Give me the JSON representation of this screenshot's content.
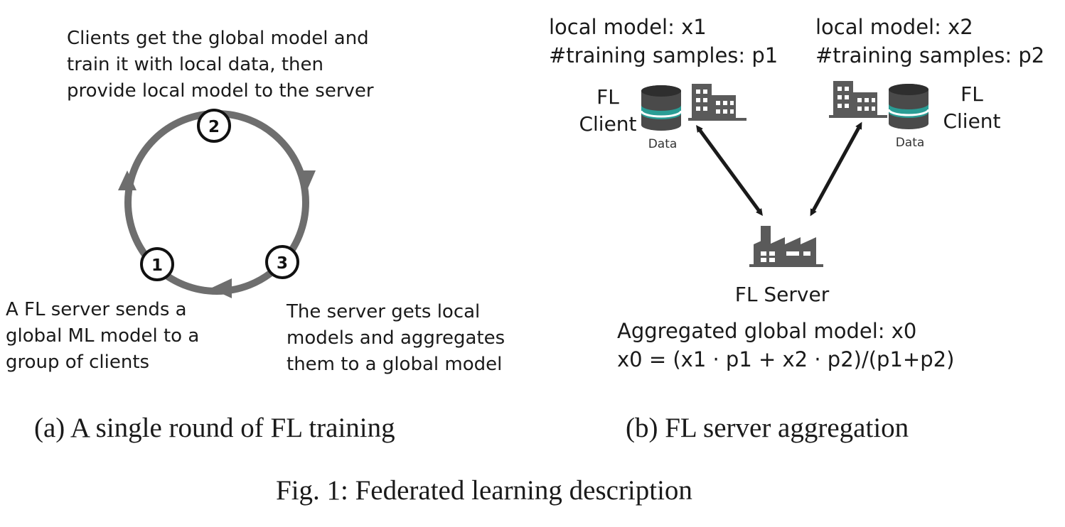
{
  "panel_a": {
    "step2_lines": [
      "Clients get the global model and",
      "train it with local data, then",
      "provide local model to the server"
    ],
    "step1_lines": [
      "A FL server sends a",
      "global ML model to a",
      "group of clients"
    ],
    "step3_lines": [
      "The server gets local",
      "models and aggregates",
      "them to a global model"
    ],
    "badges": [
      "1",
      "2",
      "3"
    ],
    "caption": "(a) A single round of FL training"
  },
  "panel_b": {
    "client1": {
      "model": "local model: x1",
      "samples": "#training samples: p1",
      "role_lines": [
        "FL",
        "Client"
      ],
      "data_label": "Data"
    },
    "client2": {
      "model": "local model: x2",
      "samples": "#training samples: p2",
      "role_lines": [
        "FL",
        "Client"
      ],
      "data_label": "Data"
    },
    "server": {
      "role": "FL Server",
      "aggregated": "Aggregated global model: x0",
      "formula": "x0 = (x1 · p1 + x2 · p2)/(p1+p2)"
    },
    "caption": "(b) FL server aggregation"
  },
  "figure_caption": "Fig. 1: Federated learning description",
  "colors": {
    "cycle": "#6e6e6e",
    "icon": "#5a5a5a",
    "db_teal": "#2a9d95",
    "arrow": "#1a1a1a"
  }
}
